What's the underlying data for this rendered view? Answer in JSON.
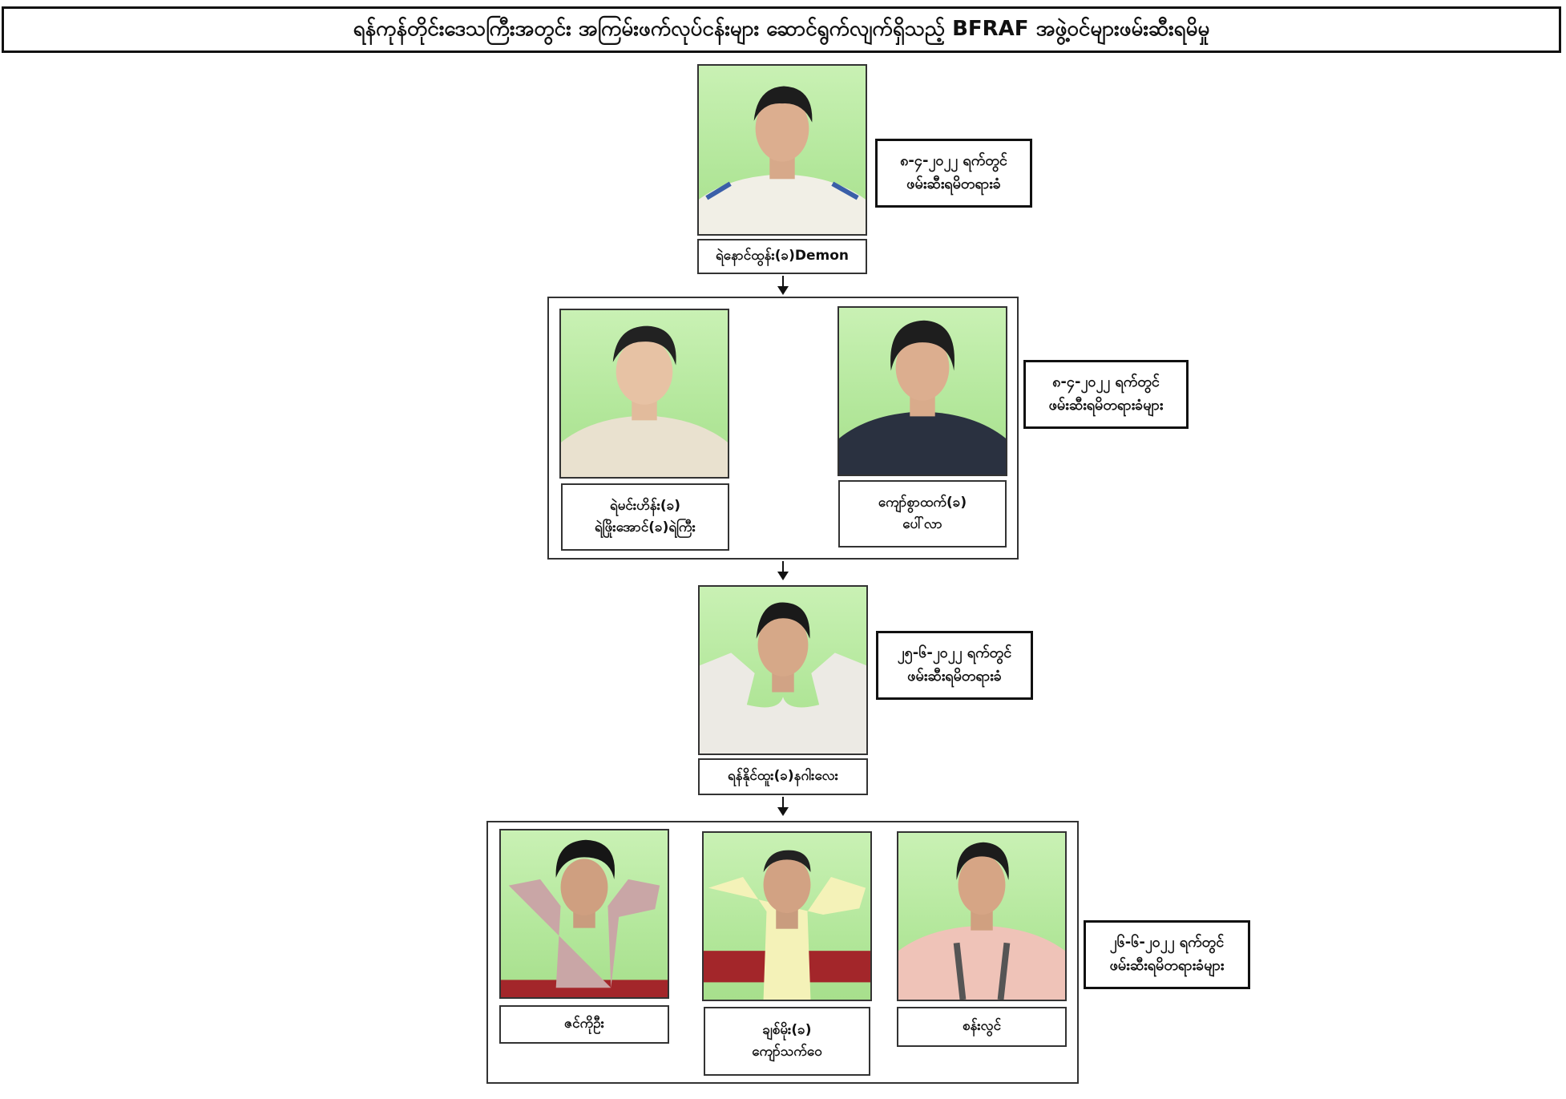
{
  "title": "ရန်ကုန်တိုင်းဒေသကြီးအတွင်း အကြမ်းဖက်လုပ်ငန်းများ ဆောင်ရွက်လျက်ရှိသည့် BFRAF အဖွဲ့ဝင်များဖမ်းဆီးရမိမှု",
  "tier1": {
    "person_name": "ရဲနောင်ထွန်း(ခ)Demon",
    "date_line1": "၈-၄-၂၀၂၂ ရက်တွင်",
    "date_line2": "ဖမ်းဆီးရမိတရားခံ"
  },
  "tier2": {
    "person1_line1": "ရဲမင်းဟိန်း(ခ)",
    "person1_line2": "ရဲဖြိုးအောင်(ခ)ရဲကြီး",
    "person2_line1": "ကျော်စွာထက်(ခ)",
    "person2_line2": "ပေါ်လာ",
    "date_line1": "၈-၄-၂၀၂၂ ရက်တွင်",
    "date_line2": "ဖမ်းဆီးရမိတရားခံများ"
  },
  "tier3": {
    "person_name": "ရန်နိုင်ထူး(ခ)နဂါးလေး",
    "date_line1": "၂၅-၆-၂၀၂၂ ရက်တွင်",
    "date_line2": "ဖမ်းဆီးရမိတရားခံ"
  },
  "tier4": {
    "person1": "ဇင်ကိုဦး",
    "person2_line1": "ချစ်မိုး(ခ)",
    "person2_line2": "ကျော်သက်ဝေ",
    "person3": "စန်းလွင်",
    "date_line1": "၂၆-၆-၂၀၂၂ ရက်တွင်",
    "date_line2": "ဖမ်းဆီးရမိတရားခံများ"
  }
}
